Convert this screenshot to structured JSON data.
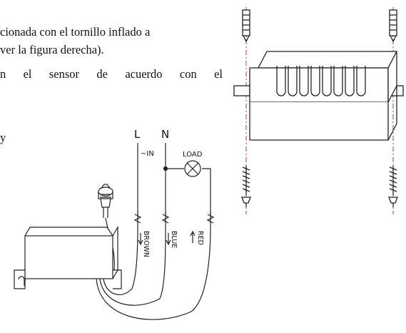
{
  "text": {
    "line1": "cionada con el tornillo inflado a",
    "line2": "ver la figura derecha).",
    "line3": "n el sensor de acuerdo con el",
    "line4": "y"
  },
  "wiring": {
    "terminal_l": "L",
    "terminal_n": "N",
    "supply": "~IN",
    "load": "LOAD",
    "wire_brown": "BROWN",
    "wire_blue": "BLUE",
    "wire_red": "RED"
  }
}
